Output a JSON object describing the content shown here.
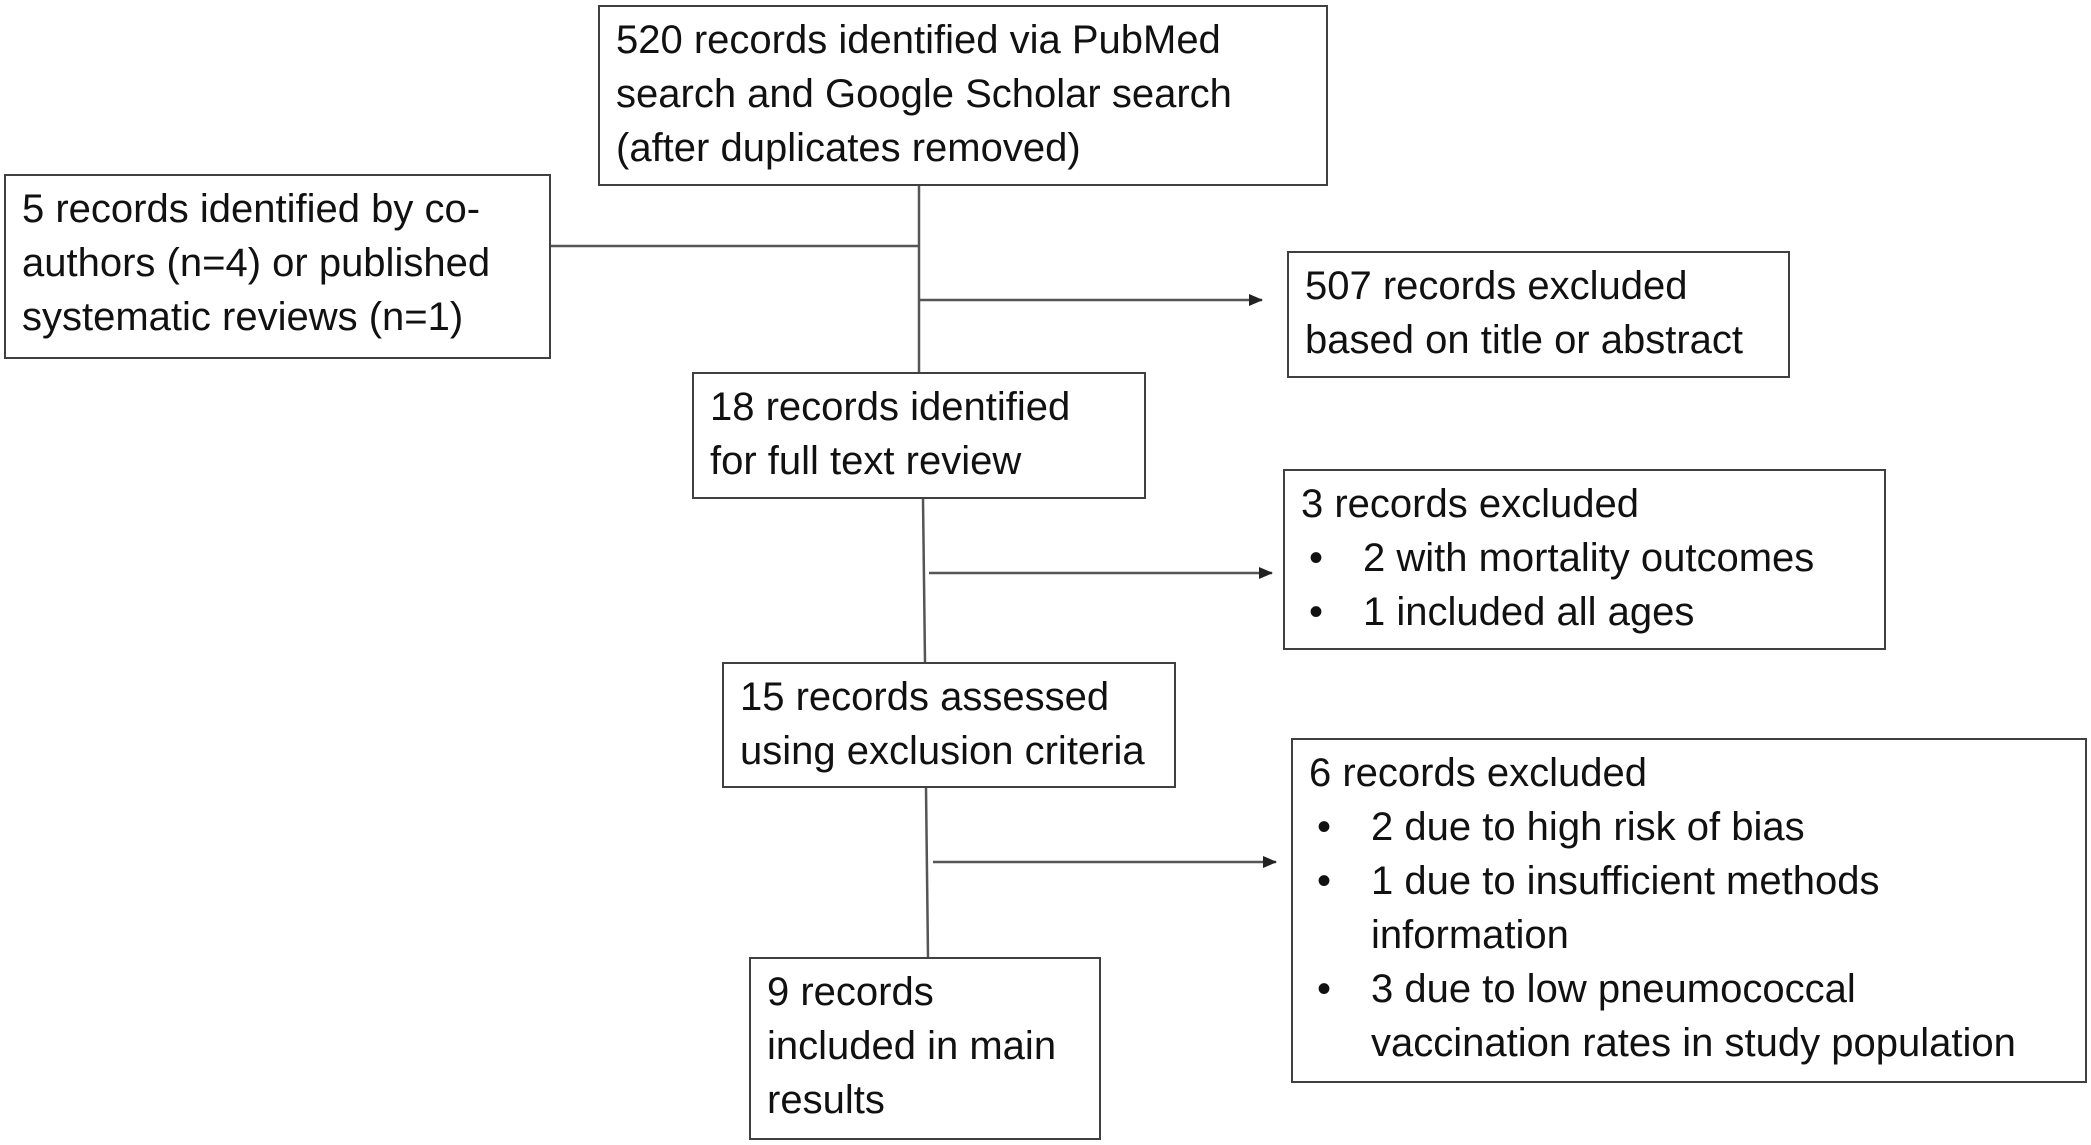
{
  "boxes": {
    "identified": {
      "lines": [
        "520 records identified via PubMed",
        "search and Google Scholar search",
        "(after duplicates removed)"
      ]
    },
    "coauthors": {
      "lines": [
        "5 records identified by co-",
        "authors (n=4) or published",
        "systematic reviews (n=1)"
      ]
    },
    "excluded_title": {
      "lines": [
        "507 records excluded",
        "based on title or abstract"
      ]
    },
    "fulltext": {
      "lines": [
        "18 records identified",
        "for full text review"
      ]
    },
    "excluded_3": {
      "heading": "3 records excluded",
      "items": [
        {
          "lines": [
            "2 with mortality outcomes"
          ]
        },
        {
          "lines": [
            "1 included all ages"
          ]
        }
      ]
    },
    "assessed": {
      "lines": [
        "15 records assessed",
        "using exclusion criteria"
      ]
    },
    "excluded_6": {
      "heading": "6 records excluded",
      "items": [
        {
          "lines": [
            "2 due to high risk of bias"
          ]
        },
        {
          "lines": [
            "1 due to insufficient methods",
            "information"
          ]
        },
        {
          "lines": [
            "3 due to low pneumococcal",
            "vaccination rates in study population"
          ]
        }
      ]
    },
    "included": {
      "lines": [
        "9 records",
        "included in main",
        "results"
      ]
    }
  },
  "bullet_glyph": "•"
}
